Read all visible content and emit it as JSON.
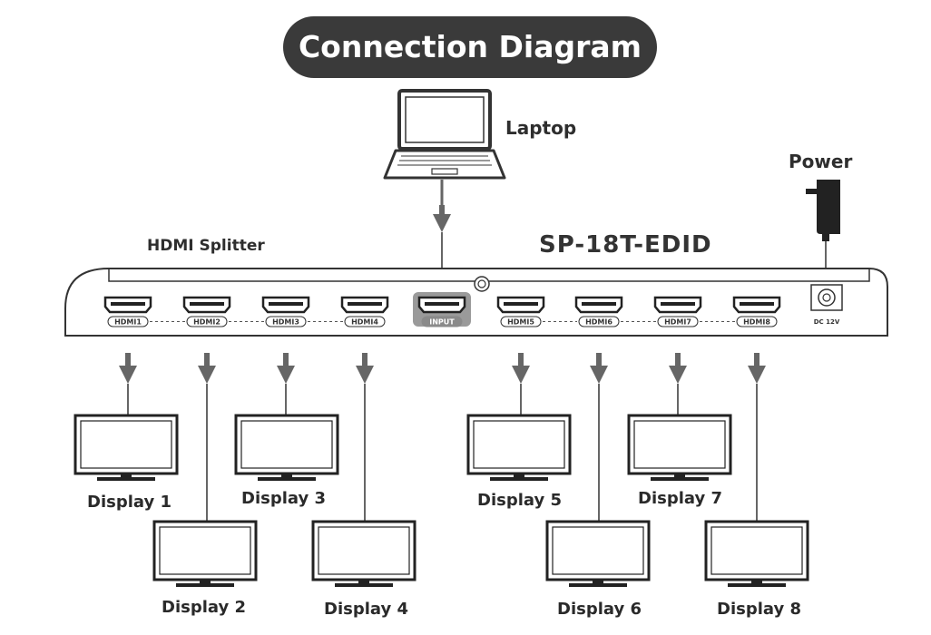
{
  "title": "Connection Diagram",
  "source": {
    "label": "Laptop"
  },
  "power": {
    "label": "Power",
    "jack_label": "DC 12V"
  },
  "splitter": {
    "label": "HDMI Splitter",
    "model": "SP-18T-EDID",
    "input_port": "INPUT",
    "output_ports": [
      "HDMI1",
      "HDMI2",
      "HDMI3",
      "HDMI4",
      "HDMI5",
      "HDMI6",
      "HDMI7",
      "HDMI8"
    ]
  },
  "displays": [
    "Display 1",
    "Display 2",
    "Display 3",
    "Display 4",
    "Display 5",
    "Display 6",
    "Display 7",
    "Display 8"
  ],
  "colors": {
    "title_bg": "#3a3a3a",
    "arrow": "#666666",
    "device_line": "#333333"
  }
}
